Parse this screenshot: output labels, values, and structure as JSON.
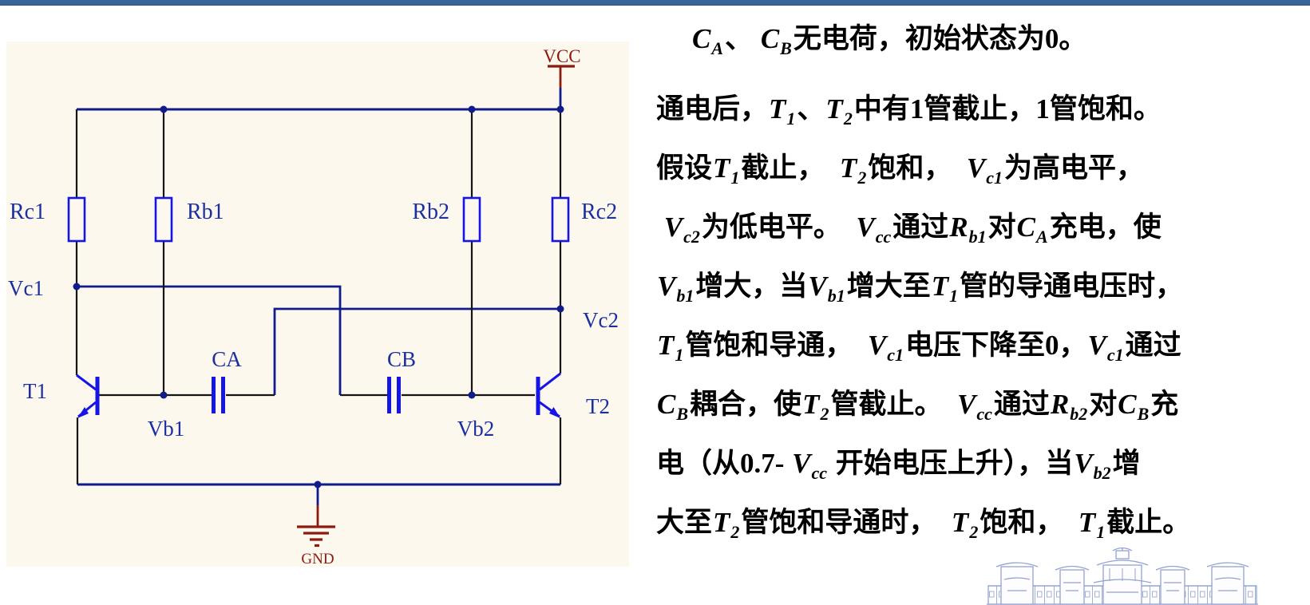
{
  "slide": {
    "top_bar_color": "#38649c",
    "background": "#ffffff"
  },
  "circuit": {
    "panel_bg": "#fdf8ee",
    "colors": {
      "wire": "#101c8c",
      "pin": "#151515",
      "component": "#1515e6",
      "label": "#1b2fa0",
      "power": "#8b1a10"
    },
    "labels": {
      "vcc": "VCC",
      "gnd": "GND",
      "rc1": "Rc1",
      "rb1": "Rb1",
      "rb2": "Rb2",
      "rc2": "Rc2",
      "vc1": "Vc1",
      "vc2": "Vc2",
      "vb1": "Vb1",
      "vb2": "Vb2",
      "ca": "CA",
      "cb": "CB",
      "t1": "T1",
      "t2": "T2"
    }
  },
  "text_panel": {
    "lines": [
      {
        "indent": true,
        "parts": [
          {
            "m": "C",
            "s": "A"
          },
          {
            "t": "、 "
          },
          {
            "m": "C",
            "s": "B"
          },
          {
            "t": "无电荷，初始状态为0。"
          }
        ]
      },
      {
        "parts": [
          {
            "t": "通电后，"
          },
          {
            "m": "T",
            "s": "1"
          },
          {
            "t": "、"
          },
          {
            "m": "T",
            "s": "2"
          },
          {
            "t": "中有1管截止，1管饱和。"
          }
        ]
      },
      {
        "parts": [
          {
            "t": "假设"
          },
          {
            "m": "T",
            "s": "1"
          },
          {
            "t": "截止，  "
          },
          {
            "m": "T",
            "s": "2"
          },
          {
            "t": "饱和，  "
          },
          {
            "m": "V",
            "s": "c1"
          },
          {
            "t": "为高电平，"
          }
        ]
      },
      {
        "parts": [
          {
            "t": " "
          },
          {
            "m": "V",
            "s": "c2"
          },
          {
            "t": "为低电平。  "
          },
          {
            "m": "V",
            "s": "cc"
          },
          {
            "t": "通过"
          },
          {
            "m": "R",
            "s": "b1"
          },
          {
            "t": "对"
          },
          {
            "m": "C",
            "s": "A"
          },
          {
            "t": "充电，使"
          }
        ]
      },
      {
        "parts": [
          {
            "m": "V",
            "s": "b1"
          },
          {
            "t": "增大，当"
          },
          {
            "m": "V",
            "s": "b1"
          },
          {
            "t": "增大至"
          },
          {
            "m": "T",
            "s": "1"
          },
          {
            "t": "管的导通电压时，"
          }
        ]
      },
      {
        "parts": [
          {
            "m": "T",
            "s": "1"
          },
          {
            "t": "管饱和导通，  "
          },
          {
            "m": "V",
            "s": "c1"
          },
          {
            "t": "电压下降至0，"
          },
          {
            "m": "V",
            "s": "c1"
          },
          {
            "t": "通过"
          }
        ]
      },
      {
        "parts": [
          {
            "m": "C",
            "s": "B"
          },
          {
            "t": "耦合，使"
          },
          {
            "m": "T",
            "s": "2"
          },
          {
            "t": "管截止。  "
          },
          {
            "m": "V",
            "s": "cc"
          },
          {
            "t": "通过"
          },
          {
            "m": "R",
            "s": "b2"
          },
          {
            "t": "对"
          },
          {
            "m": "C",
            "s": "B"
          },
          {
            "t": "充"
          }
        ]
      },
      {
        "parts": [
          {
            "t": "电（从0.7- "
          },
          {
            "m": "V",
            "s": "cc"
          },
          {
            "t": " 开始电压上升），当"
          },
          {
            "m": "V",
            "s": "b2"
          },
          {
            "t": "增"
          }
        ]
      },
      {
        "parts": [
          {
            "t": "大至"
          },
          {
            "m": "T",
            "s": "2"
          },
          {
            "t": "管饱和导通时，  "
          },
          {
            "m": "T",
            "s": "2"
          },
          {
            "t": "饱和，  "
          },
          {
            "m": "T",
            "s": "1"
          },
          {
            "t": "截止。"
          }
        ]
      }
    ]
  },
  "watermark": {
    "label": "palace-building-watermark",
    "color": "#93a3d0"
  }
}
